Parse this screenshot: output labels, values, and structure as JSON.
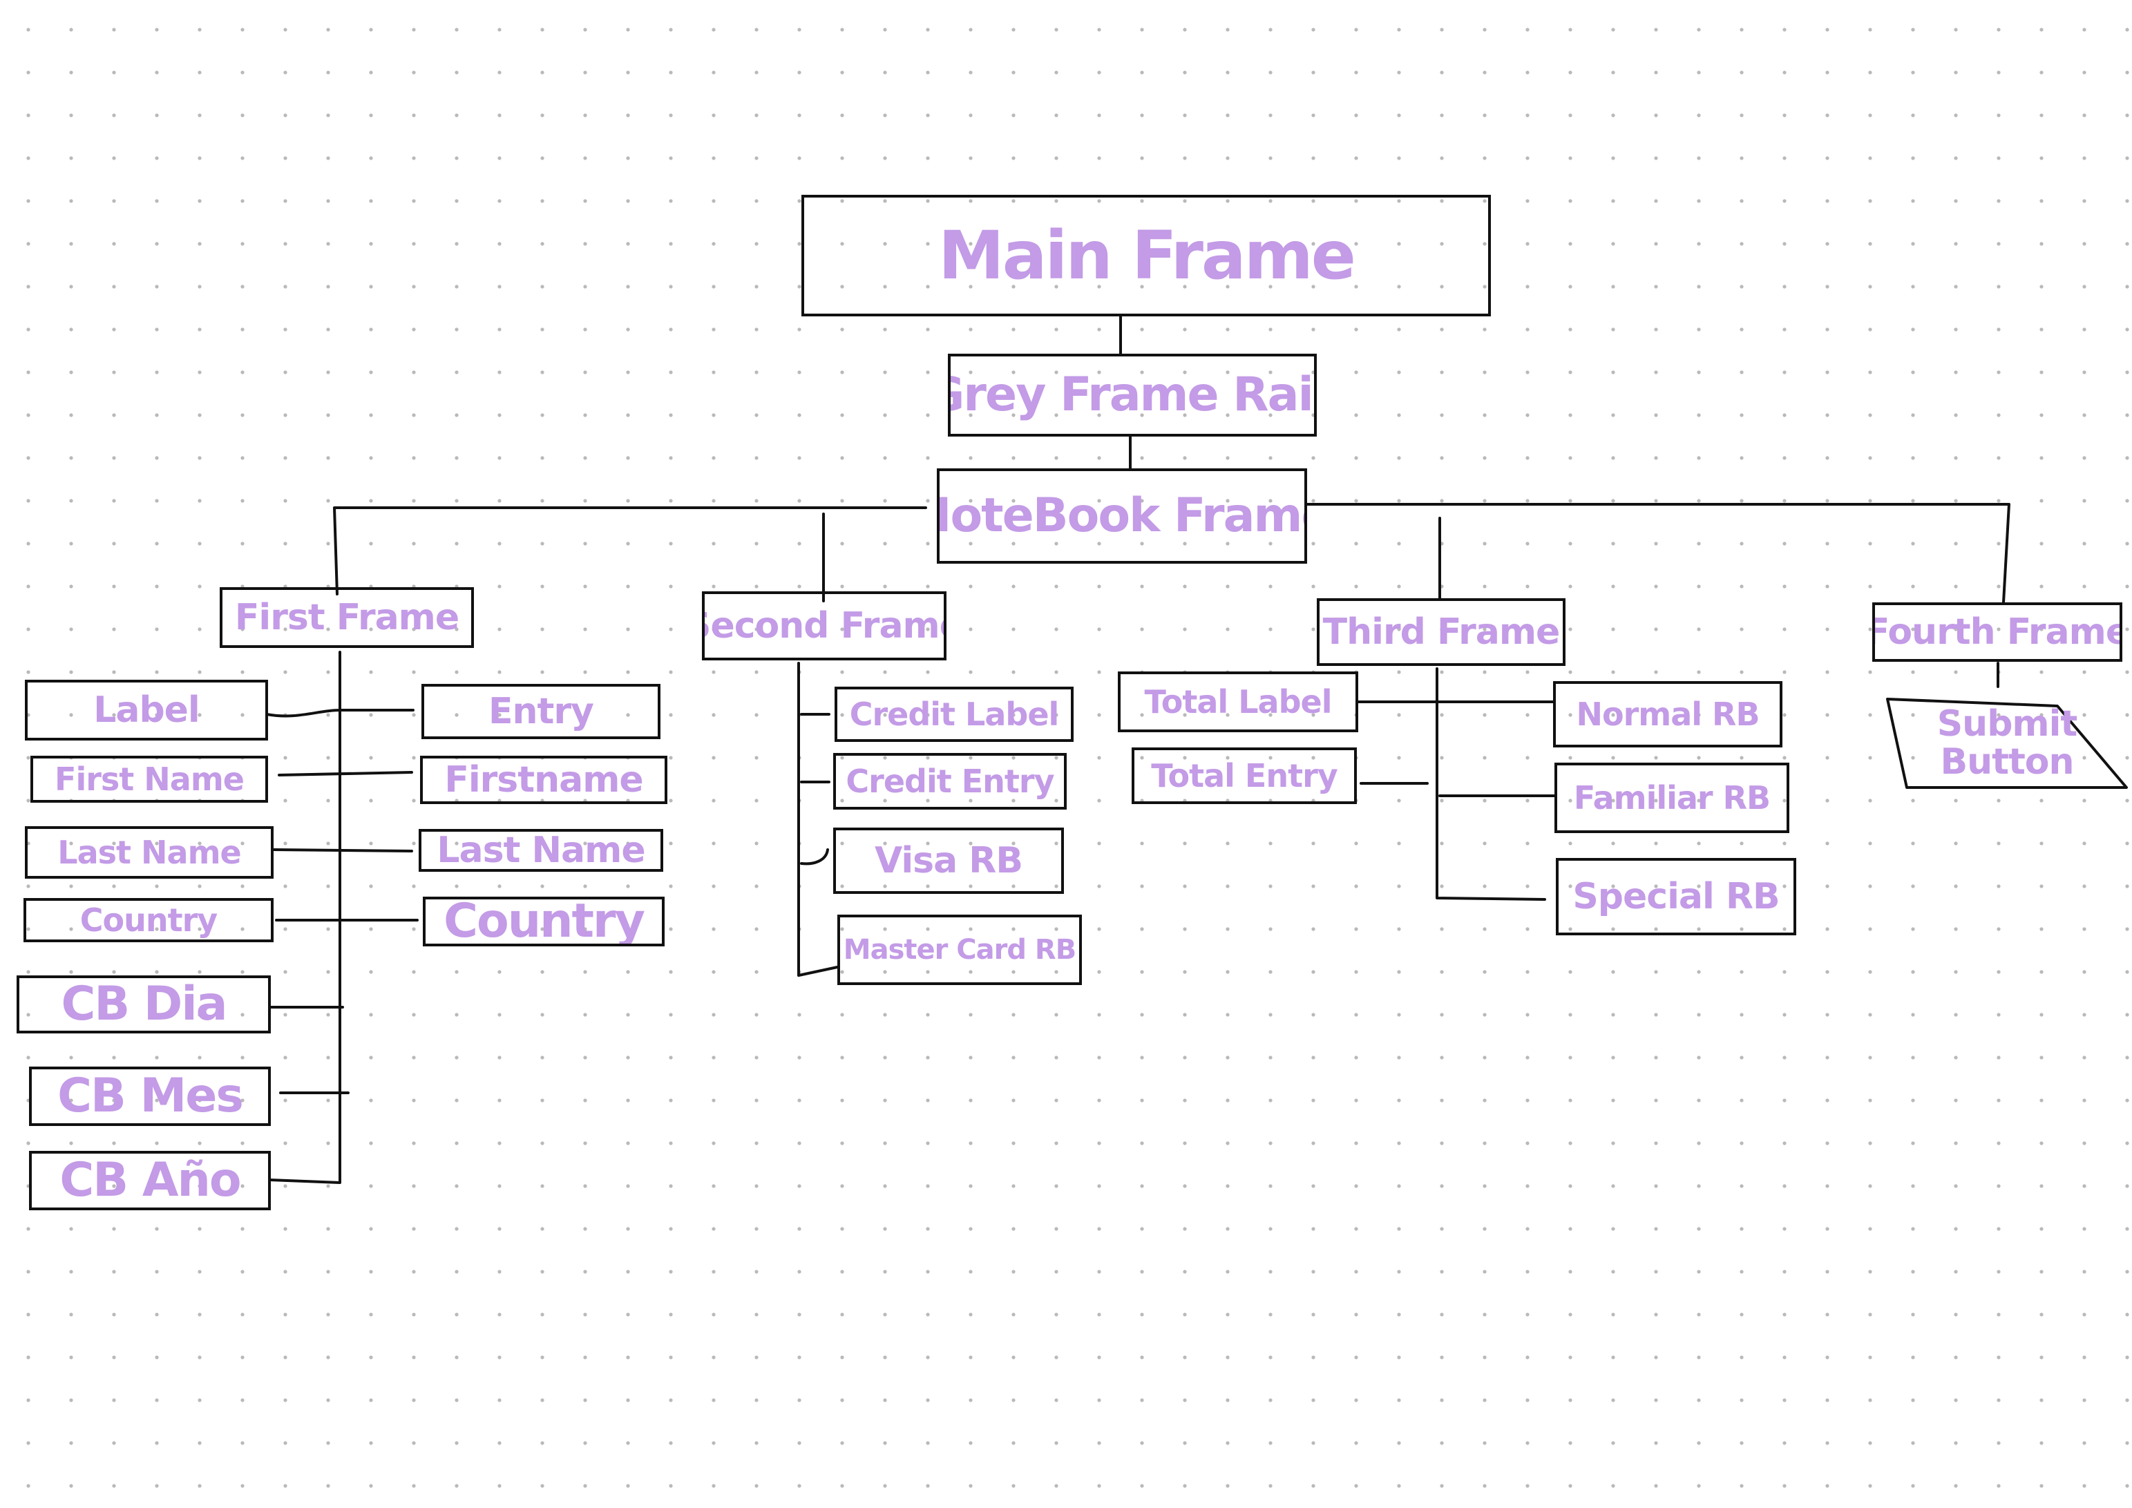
{
  "diagram": {
    "colors": {
      "ink": "#111111",
      "text": "#c39be6",
      "background": "#ffffff",
      "grid_dot": "#b9b9b9"
    },
    "nodes": {
      "main_frame": "Main Frame",
      "grey_frame": "Grey Frame Raiz",
      "notebook_frame": "NoteBook Frame",
      "first_frame": "First Frame",
      "second_frame": "Second Frame",
      "third_frame": "Third Frame",
      "fourth_frame": "Fourth Frame",
      "first": {
        "label": "Label",
        "first_name": "First Name",
        "last_name": "Last Name",
        "country": "Country",
        "cb_dia": "CB Dia",
        "cb_mes": "CB Mes",
        "cb_ano": "CB Año",
        "entry": "Entry",
        "firstname_entry": "Firstname",
        "last_name_entry": "Last Name",
        "country_entry": "Country"
      },
      "second": {
        "credit_label": "Credit Label",
        "credit_entry": "Credit Entry",
        "visa_rb": "Visa RB",
        "mastercard_rb": "Master Card RB"
      },
      "third": {
        "total_label": "Total Label",
        "total_entry": "Total Entry",
        "normal_rb": "Normal RB",
        "familiar_rb": "Familiar RB",
        "special_rb": "Special RB"
      },
      "fourth": {
        "submit_button": "Submit Button"
      }
    }
  }
}
